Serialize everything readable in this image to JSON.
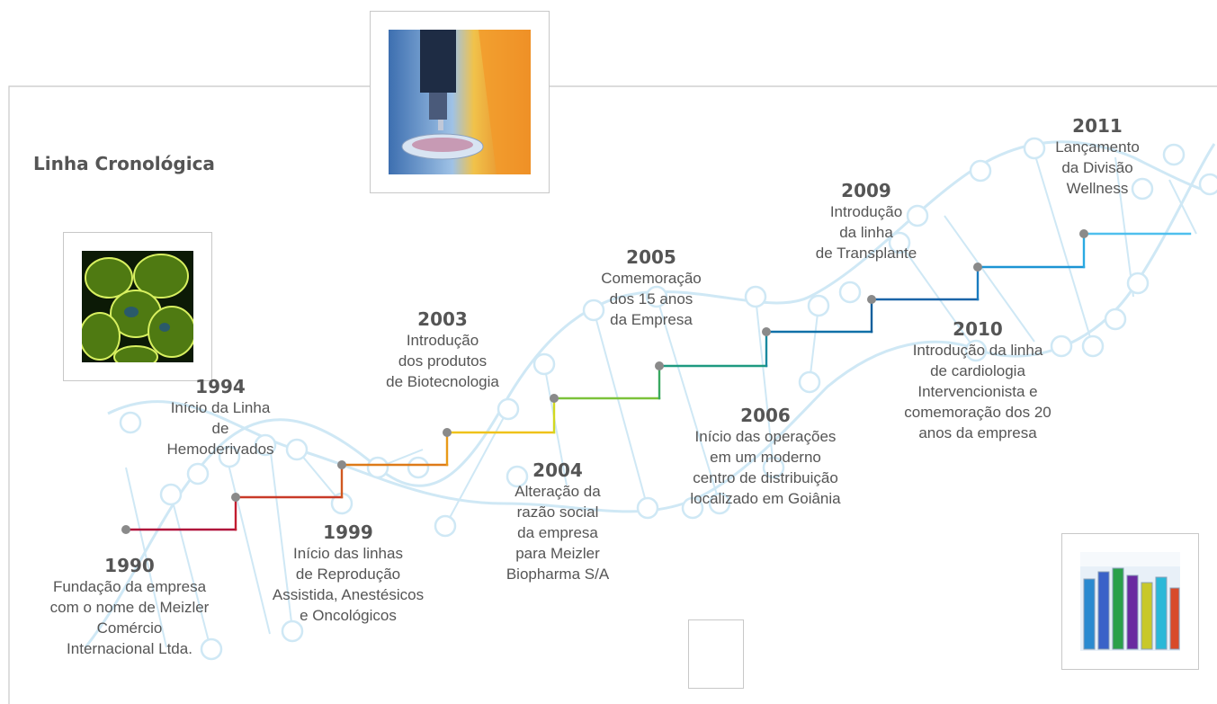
{
  "header": {
    "title": "Linha Cronológica"
  },
  "colors": {
    "frame": "#c8c8c8",
    "helix": "#cfe8f5",
    "dot": "#8a8a8a"
  },
  "images": [
    {
      "name": "lab-microscope-photo"
    },
    {
      "name": "cells-photo"
    },
    {
      "name": "test-tubes-photo"
    },
    {
      "name": "empty-photo-frame"
    }
  ],
  "timeline": {
    "events": [
      {
        "year": "1990",
        "text": "Fundação da empresa\ncom o nome de Meizler\nComércio\nInternacional Ltda."
      },
      {
        "year": "1994",
        "text": "Início da Linha\nde\nHemoderivados"
      },
      {
        "year": "1999",
        "text": "Início das linhas\nde Reprodução\nAssistida, Anestésicos\ne Oncológicos"
      },
      {
        "year": "2003",
        "text": "Introdução\ndos produtos\nde Biotecnologia"
      },
      {
        "year": "2004",
        "text": "Alteração da\nrazão social\nda empresa\npara Meizler\nBiopharma S/A"
      },
      {
        "year": "2005",
        "text": "Comemoração\ndos 15 anos\nda Empresa"
      },
      {
        "year": "2006",
        "text": "Início das operações\nem um moderno\ncentro de distribuição\nlocalizado em Goiânia"
      },
      {
        "year": "2009",
        "text": "Introdução\nda linha\nde Transplante"
      },
      {
        "year": "2010",
        "text": "Introdução da linha\nde cardiologia\nIntervencionista e\ncomemoração dos 20\nanos da empresa"
      },
      {
        "year": "2011",
        "text": "Lançamento\nda Divisão\nWellness"
      }
    ]
  }
}
